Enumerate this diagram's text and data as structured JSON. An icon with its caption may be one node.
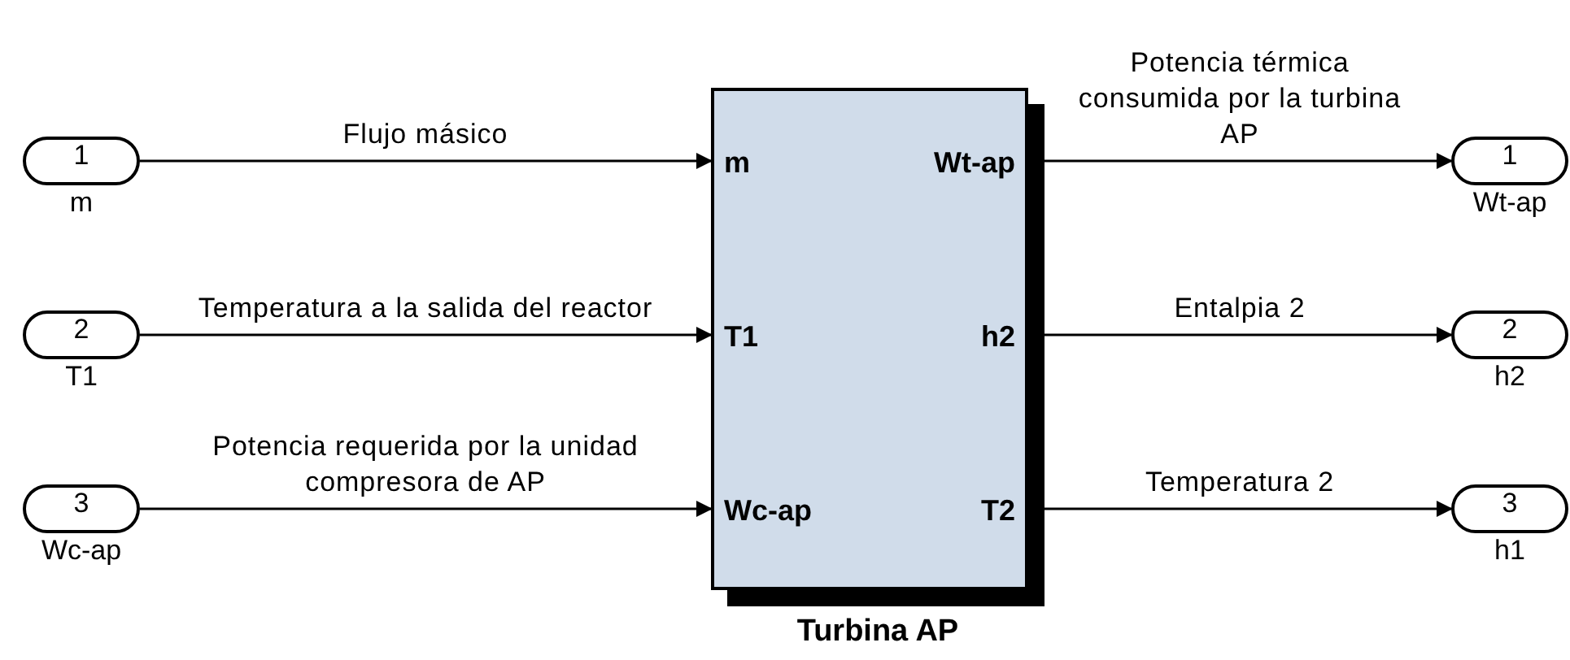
{
  "diagram": {
    "nodes": [
      {
        "text": [
          "m",
          "Wt-ap",
          "T1",
          "h2",
          "Wc-ap",
          "T2",
          "Turbina AP"
        ]
      },
      {
        "text": [
          "1"
        ],
        "beside": [
          "m"
        ]
      },
      {
        "text": [
          "2"
        ],
        "beside": [
          "T1"
        ]
      },
      {
        "text": [
          "3"
        ],
        "beside": [
          "Wc-ap"
        ]
      },
      {
        "text": [
          "1"
        ],
        "beside": [
          "Wt-ap"
        ]
      },
      {
        "text": [
          "2"
        ],
        "beside": [
          "h2"
        ]
      },
      {
        "text": [
          "3"
        ],
        "beside": [
          "h1"
        ]
      }
    ],
    "edges": [
      {
        "from": 1,
        "to": 0,
        "arrow": "to",
        "label": "Flujo másico"
      },
      {
        "from": 2,
        "to": 0,
        "arrow": "to",
        "label": "Temperatura a la salida del reactor"
      },
      {
        "from": 3,
        "to": 0,
        "arrow": "to",
        "label": "Potencia requerida por la unidad compresora de AP"
      },
      {
        "from": 0,
        "to": 4,
        "arrow": "to",
        "label": "Potencia térmica consumida por la turbina AP"
      },
      {
        "from": 0,
        "to": 5,
        "arrow": "to",
        "label": "Entalpia 2"
      },
      {
        "from": 0,
        "to": 6,
        "arrow": "to",
        "label": "Temperatura 2"
      }
    ]
  }
}
